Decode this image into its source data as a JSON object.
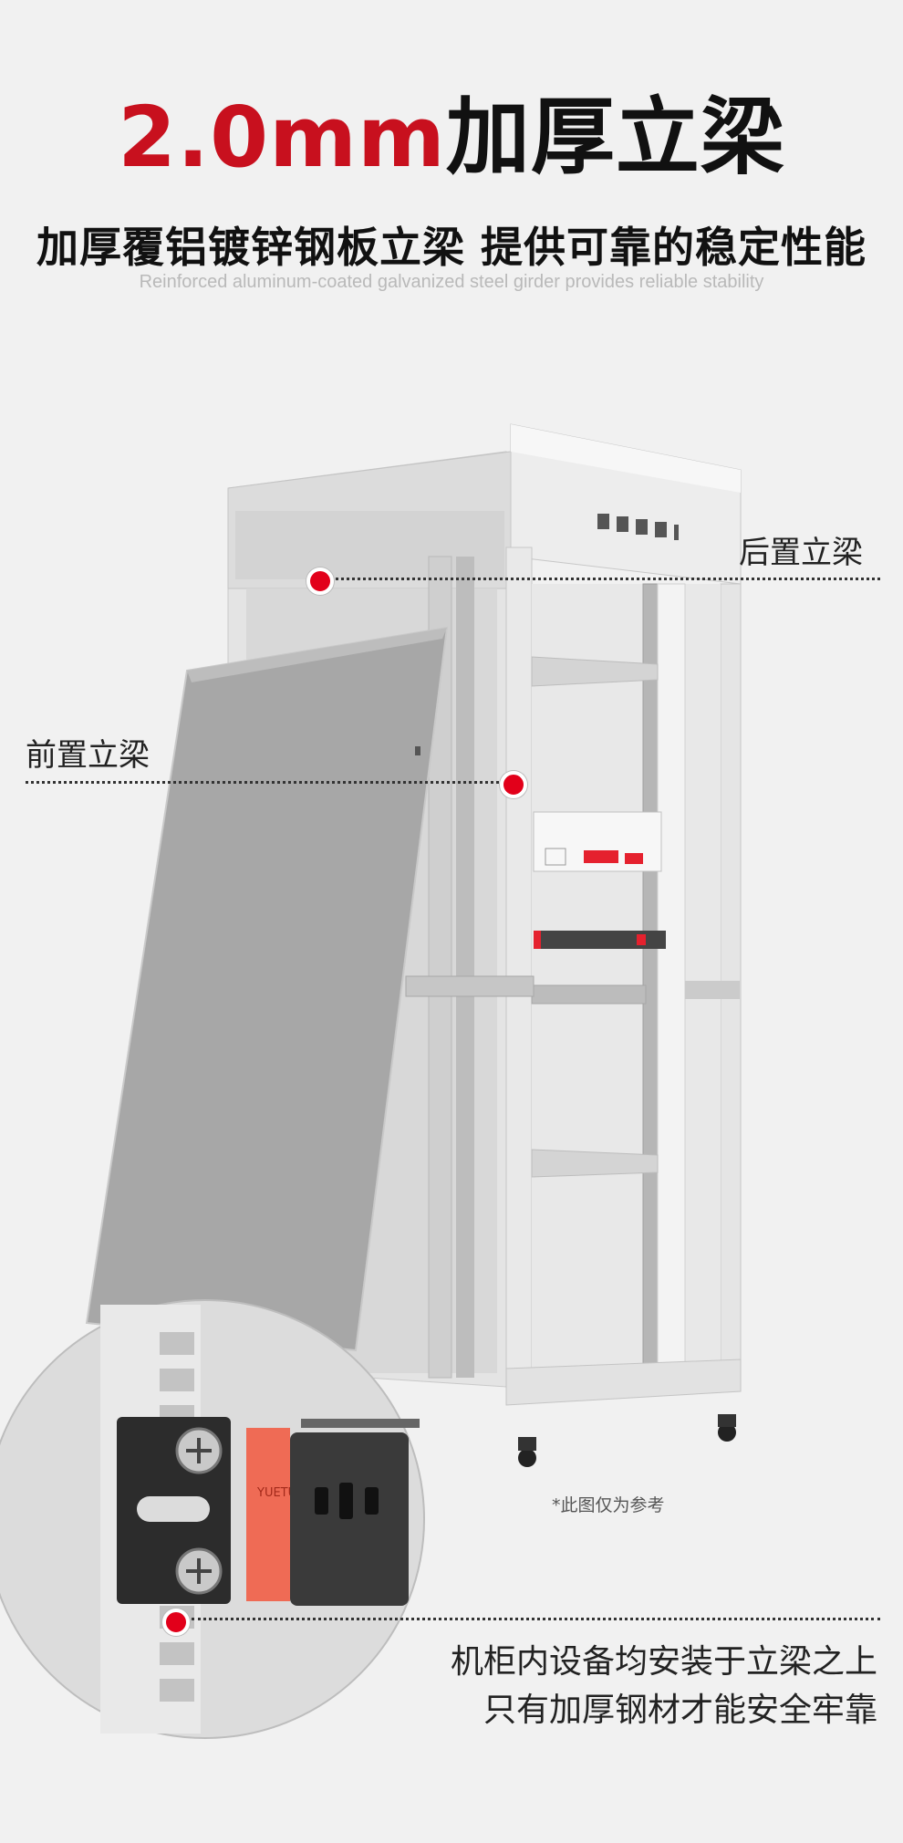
{
  "headline": {
    "highlight": "2.0mm",
    "rest": "加厚立梁"
  },
  "subtitle": "加厚覆铝镀锌钢板立梁 提供可靠的稳定性能",
  "subtitle_en": "Reinforced aluminum-coated galvanized steel girder provides reliable stability",
  "callouts": {
    "rear_beam": "后置立梁",
    "front_beam": "前置立梁"
  },
  "disclaimer": "*此图仅为参考",
  "bottom_text": {
    "line1": "机柜内设备均安装于立梁之上",
    "line2": "只有加厚钢材才能安全牢靠"
  },
  "colors": {
    "accent": "#c8101e",
    "marker": "#e2001a",
    "background": "#f1f1f1"
  }
}
